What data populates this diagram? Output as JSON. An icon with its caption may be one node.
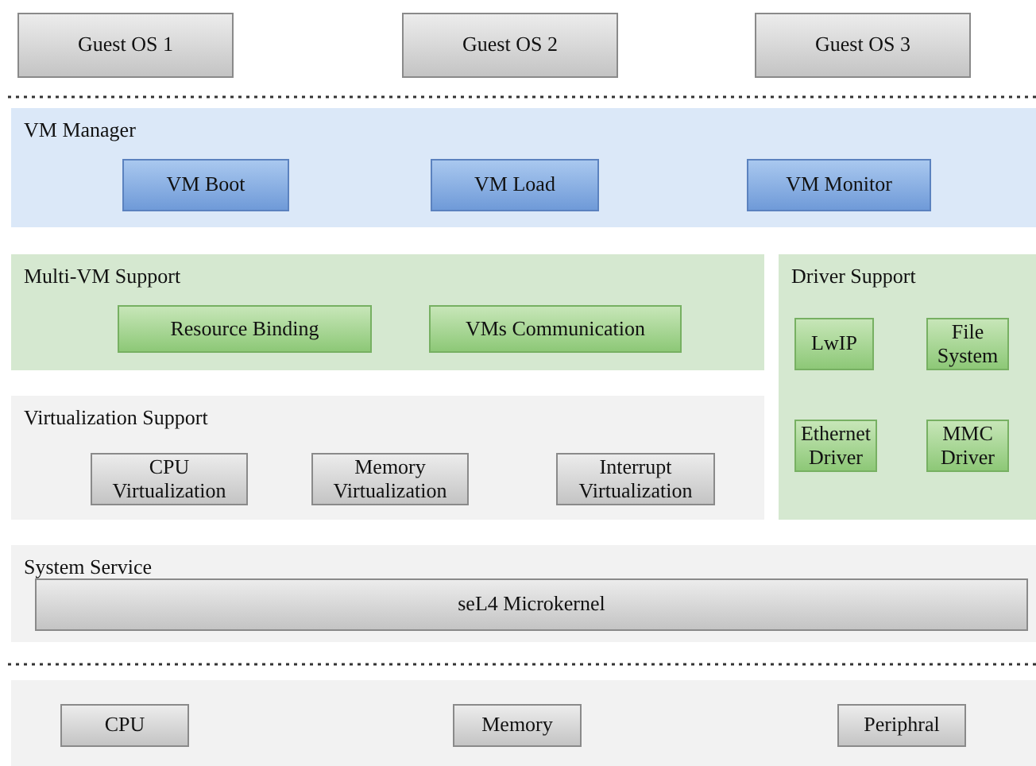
{
  "diagram": {
    "nodes": [
      {
        "text": [
          "Guest OS 1"
        ]
      },
      {
        "text": [
          "Guest OS 2"
        ]
      },
      {
        "text": [
          "Guest OS 3"
        ]
      },
      {
        "text": [
          "VM Manager"
        ]
      },
      {
        "text": [
          "VM Boot"
        ],
        "in": 3
      },
      {
        "text": [
          "VM Load"
        ],
        "in": 3
      },
      {
        "text": [
          "VM Monitor"
        ],
        "in": 3
      },
      {
        "text": [
          "Multi-VM Support"
        ]
      },
      {
        "text": [
          "Resource Binding"
        ],
        "in": 7
      },
      {
        "text": [
          "VMs Communication"
        ],
        "in": 7
      },
      {
        "text": [
          "Driver Support"
        ]
      },
      {
        "text": [
          "LwIP"
        ],
        "in": 10
      },
      {
        "text": [
          "File System"
        ],
        "in": 10
      },
      {
        "text": [
          "Ethernet Driver"
        ],
        "in": 10
      },
      {
        "text": [
          "MMC Driver"
        ],
        "in": 10
      },
      {
        "text": [
          "Virtualization Support"
        ]
      },
      {
        "text": [
          "CPU Virtualization"
        ],
        "in": 15
      },
      {
        "text": [
          "Memory Virtualization"
        ],
        "in": 15
      },
      {
        "text": [
          "Interrupt Virtualization"
        ],
        "in": 15
      },
      {
        "text": [
          "System Service"
        ]
      },
      {
        "text": [
          "seL4 Microkernel"
        ],
        "in": 19
      },
      {
        "text": [],
        "shape": "box"
      },
      {
        "text": [
          "CPU"
        ],
        "in": 21
      },
      {
        "text": [
          "Memory"
        ],
        "in": 21
      },
      {
        "text": [
          "Periphral"
        ],
        "in": 21
      }
    ]
  }
}
